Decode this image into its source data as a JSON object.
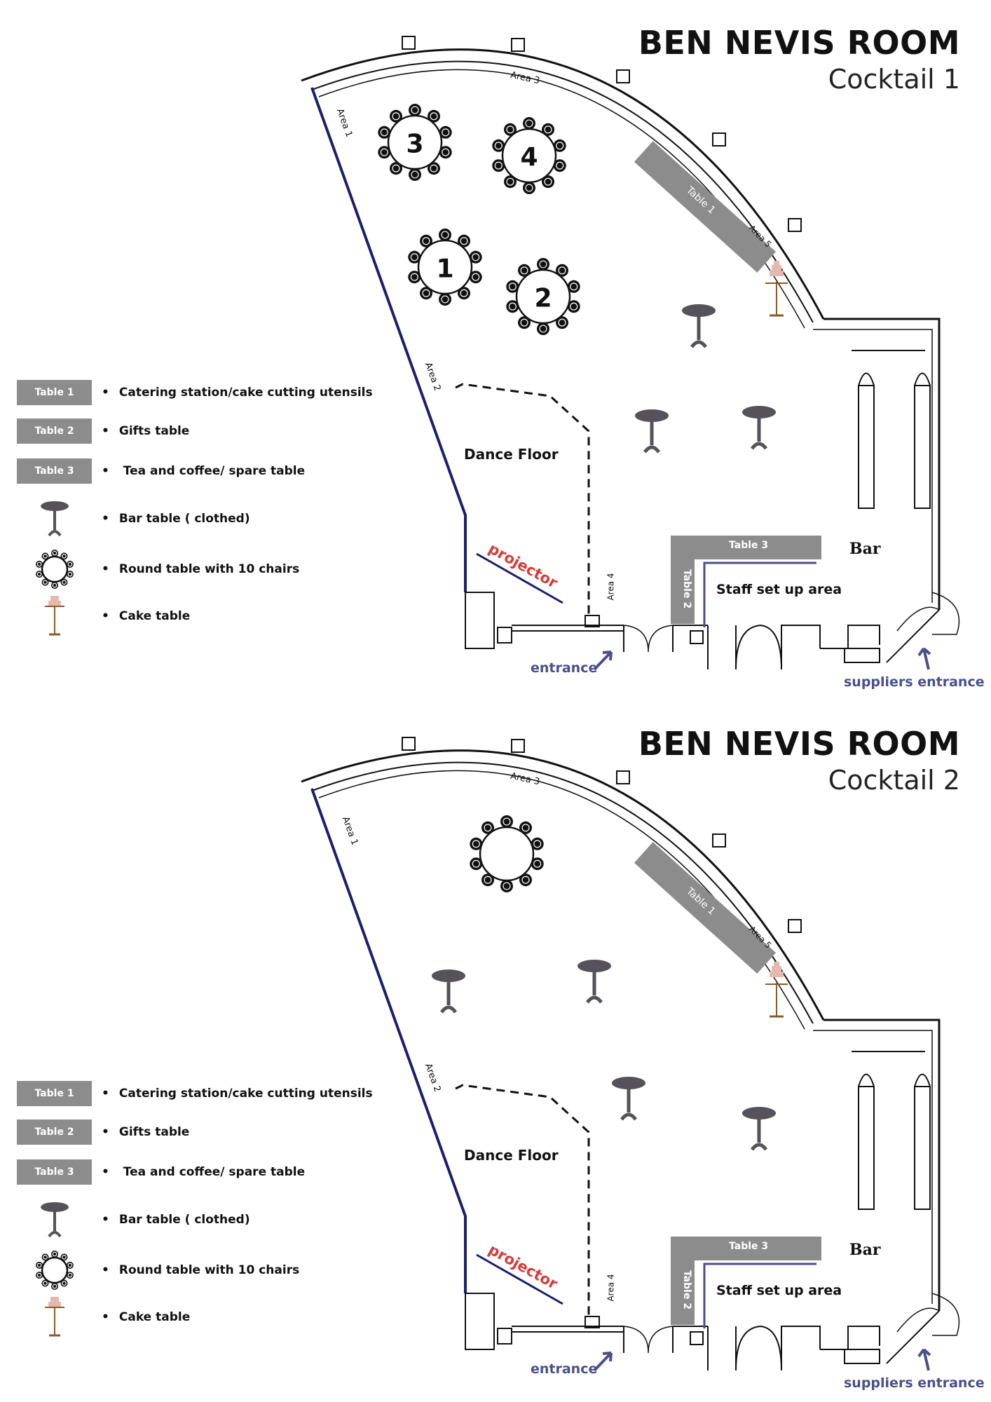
{
  "plans": [
    {
      "title": "BEN NEVIS ROOM",
      "subtitle": "Cocktail 1",
      "areas": {
        "area1": "Area 1",
        "area2": "Area 2",
        "area3": "Area 3",
        "area4": "Area 4",
        "area5": "Area 5"
      },
      "round_tables": [
        "3",
        "4",
        "1",
        "2"
      ],
      "labels": {
        "dance_floor": "Dance Floor",
        "projector": "projector",
        "staff_area": "Staff set up area",
        "bar": "Bar",
        "entrance": "entrance",
        "suppliers_entrance": "suppliers entrance",
        "table1": "Table 1",
        "table2": "Table 2",
        "table3": "Table 3"
      },
      "legend": [
        {
          "swatch": "Table 1",
          "text": "Catering station/cake cutting utensils"
        },
        {
          "swatch": "Table 2",
          "text": "Gifts table"
        },
        {
          "swatch": "Table 3",
          "text": " Tea and coffee/ spare table"
        },
        {
          "icon": "bar-table-icon",
          "text": "Bar table ( clothed)"
        },
        {
          "icon": "round-table-icon",
          "text": "Round table with 10 chairs"
        },
        {
          "icon": "cake-table-icon",
          "text": "Cake table"
        }
      ]
    },
    {
      "title": "BEN NEVIS ROOM",
      "subtitle": "Cocktail 2",
      "areas": {
        "area1": "Area 1",
        "area2": "Area 2",
        "area3": "Area 3",
        "area4": "Area 4",
        "area5": "Area 5"
      },
      "round_tables": [
        ""
      ],
      "labels": {
        "dance_floor": "Dance Floor",
        "projector": "projector",
        "staff_area": "Staff set up area",
        "bar": "Bar",
        "entrance": "entrance",
        "suppliers_entrance": "suppliers entrance",
        "table1": "Table 1",
        "table2": "Table 2",
        "table3": "Table 3"
      },
      "legend": [
        {
          "swatch": "Table 1",
          "text": "Catering station/cake cutting utensils"
        },
        {
          "swatch": "Table 2",
          "text": "Gifts table"
        },
        {
          "swatch": "Table 3",
          "text": " Tea and coffee/ spare table"
        },
        {
          "icon": "bar-table-icon",
          "text": "Bar table ( clothed)"
        },
        {
          "icon": "round-table-icon",
          "text": "Round table with 10 chairs"
        },
        {
          "icon": "cake-table-icon",
          "text": "Cake table"
        }
      ]
    }
  ],
  "colors": {
    "wall": "#111111",
    "area_line": "#1a1f6e",
    "table_fill": "#8c8c8c",
    "projector": "#d83a3a",
    "entrance_text": "#4a4f8a",
    "bar_table": "#55525a"
  }
}
